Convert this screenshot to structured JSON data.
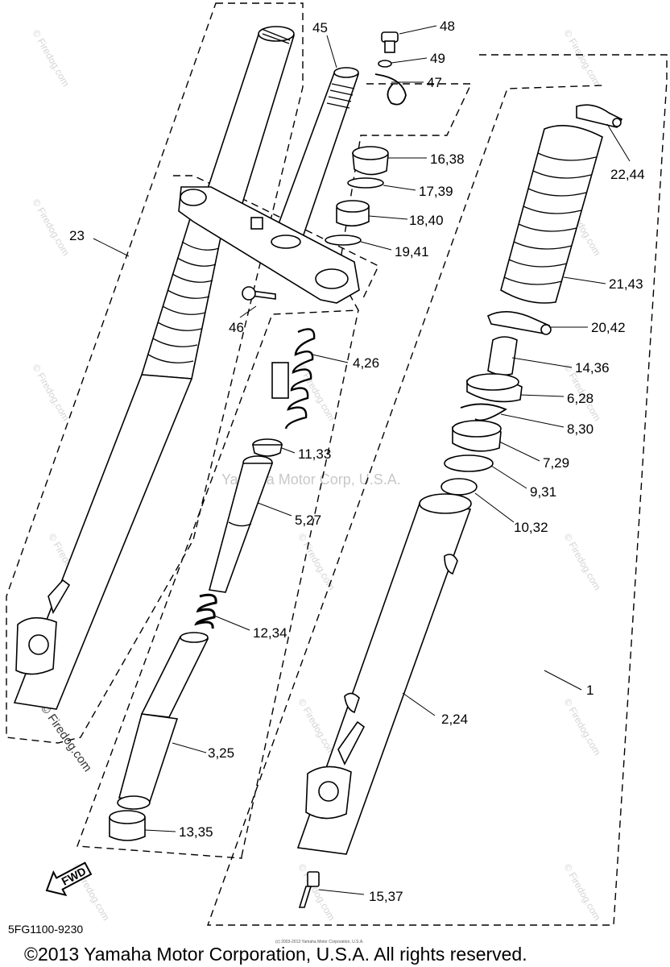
{
  "callouts": [
    {
      "label": "48"
    },
    {
      "label": "49"
    },
    {
      "label": "47"
    },
    {
      "label": "45"
    },
    {
      "label": "16,38"
    },
    {
      "label": "17,39"
    },
    {
      "label": "18,40"
    },
    {
      "label": "19,41"
    },
    {
      "label": "22,44"
    },
    {
      "label": "23"
    },
    {
      "label": "21,43"
    },
    {
      "label": "20,42"
    },
    {
      "label": "46"
    },
    {
      "label": "4,26"
    },
    {
      "label": "14,36"
    },
    {
      "label": "6,28"
    },
    {
      "label": "8,30"
    },
    {
      "label": "11,33"
    },
    {
      "label": "7,29"
    },
    {
      "label": "9,31"
    },
    {
      "label": "5,27"
    },
    {
      "label": "10,32"
    },
    {
      "label": "12,34"
    },
    {
      "label": "1"
    },
    {
      "label": "2,24"
    },
    {
      "label": "3,25"
    },
    {
      "label": "13,35"
    },
    {
      "label": "15,37"
    }
  ],
  "center_watermark": "Yamaha Motor Corp, U.S.A.",
  "watermark": "© Firedog.com",
  "fwd_label": "FWD",
  "diagram_code": "5FG1100-9230",
  "tiny_notice": "(c) 2003-2013 Yamaha Motor Corporation, U.S.A.",
  "copyright": "©2013 Yamaha Motor Corporation, U.S.A. All rights reserved."
}
